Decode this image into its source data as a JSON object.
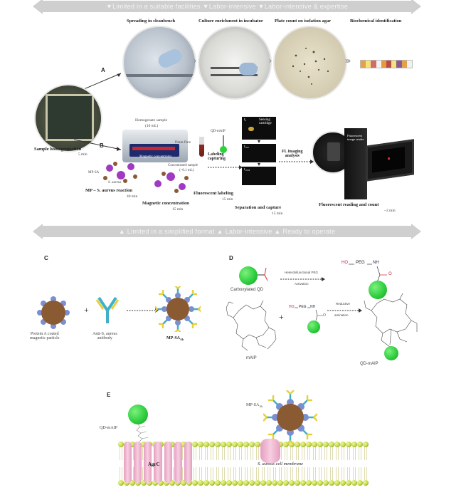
{
  "bar_top": {
    "text": "▼Limited in a suitable facilities  ▼Labor-intensive  ▼Labor-intensive & expertise"
  },
  "bar_bottom": {
    "text": "▲ Limited in a simplified format  ▲ Labor-intensive  ▲ Ready to operate"
  },
  "panel_a": {
    "letter": "A",
    "steps": [
      {
        "title": "Spreading in cleanbench"
      },
      {
        "title": "Culture enrichment in incubator"
      },
      {
        "title": "Plate count on isolation agar"
      },
      {
        "title": "Biochemical identification"
      }
    ],
    "start": {
      "title": "Sample homogenization",
      "time": "5 min"
    }
  },
  "panel_b": {
    "letter": "B",
    "homogenate_label": "Homogenate sample",
    "homogenate_vol": "(10 mL)",
    "drain_label": "Drain-Pure",
    "magnet_label": "Magnetic concentrator",
    "conc_sample": "Concentrated sample",
    "conc_vol": "(~0.1 mL)",
    "mp_label": "MP-SA",
    "sa_label": "S. aureus",
    "qd_label": "QD-mAIP",
    "reaction": {
      "title": "MP – S. aureus reaction",
      "time": "40 min"
    },
    "magnetic": {
      "title": "Magnetic concentration",
      "time": "15 min"
    },
    "fluor": {
      "title": "Fluorescent labeling",
      "time": "15 min"
    },
    "labeling_capturing": "Labeling\ncapturing",
    "cartridge_t0": "t₀",
    "cartridge_label": "Sensing cartridge",
    "cartridge_t1": "t₁₀₀",
    "cartridge_t2": "t₁₀₀₀",
    "fl_imaging": "FL imaging\nanalysis",
    "separation": {
      "title": "Separation and capture",
      "time": "15 min"
    },
    "reader_label": "Fluorescent image reader",
    "reading": {
      "title": "Fluorescent reading and count",
      "time": "~2 min"
    }
  },
  "panel_c": {
    "letter": "C",
    "plus": "+",
    "particle_label": "Protein A coated\nmagnetic particle",
    "antibody_label": "Anti-S. aureus\nantibody",
    "product_label": "MP-SA",
    "product_sub": "Ab"
  },
  "panel_d": {
    "letter": "D",
    "carboxylated": "Carboxylated QD",
    "peg_line1": "Heterobifunctional PEG",
    "peg_line2": "Activation",
    "ho": "HO",
    "peg": "PEG",
    "nh": "NH",
    "o": "O",
    "plus": "+",
    "reductive1": "Reductive",
    "reductive2": "amination",
    "maip": "mAIP",
    "qd_maip": "QD-mAIP"
  },
  "panel_e": {
    "letter": "E",
    "qd_label": "QD-mAIP",
    "mp_label": "MP-SA",
    "mp_sub": "Ab",
    "agrc": "AgrC",
    "membrane": "S. aureus cell membrane"
  },
  "colors": {
    "bar": "#cfcfcf",
    "qd_green": "#2fcf3f",
    "particle_brown": "#8a5a32",
    "protein_blue": "#7a8fd0",
    "antibody_yellow": "#e6d040",
    "antibody_teal": "#3fb0c8",
    "membrane_head": "#c9dc52",
    "receptor_pink": "#f2b8d2"
  }
}
